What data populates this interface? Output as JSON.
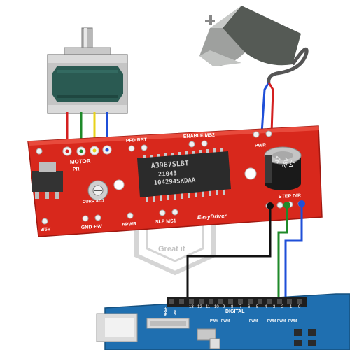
{
  "driver_board": {
    "chip_lines": [
      "A3967SLBT",
      "21043",
      "104294SKDAA"
    ],
    "label_motor_top": "MOTOR",
    "label_motor_bottom": "PR",
    "label_pfd": "PFD RST",
    "label_enable": "ENABLE MS2",
    "label_pwr": "PWR",
    "label_step_dir": "STEP DIR",
    "label_3v5v": "3/5V",
    "label_gnd5v": "GND +5V",
    "label_apwr": "APWR",
    "label_slp": "SLP MS1",
    "label_brand": "EasyDriver",
    "label_curr": "CURR ADJ",
    "capacitor_lines": [
      "47",
      "25V",
      "VT"
    ]
  },
  "watermark": {
    "text": "Great it"
  },
  "arduino": {
    "label_digital": "DIGITAL",
    "label_aref": "AREF",
    "label_gnd": "GND",
    "pin_numbers": [
      "13",
      "12",
      "11",
      "10",
      "9",
      "8",
      "7",
      "6",
      "5",
      "4",
      "3",
      "2",
      "1",
      "0"
    ],
    "pwm_label": "PWM"
  },
  "colors": {
    "board": "#d8281c",
    "wire_red": "#d42020",
    "wire_green": "#1f8a2a",
    "wire_yellow": "#e8d21a",
    "wire_blue": "#1f4fd8",
    "wire_black": "#111111",
    "motor_body": "#2a5a52",
    "arduino": "#1f6fb0"
  },
  "icons": [
    "stepper-motor-icon",
    "power-adapter-icon",
    "capacitor-icon",
    "potentiometer-icon"
  ]
}
